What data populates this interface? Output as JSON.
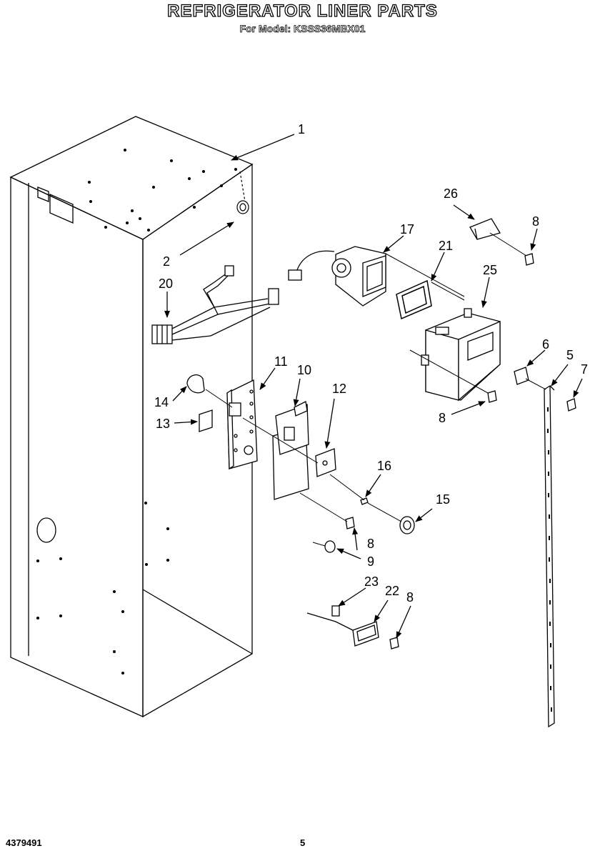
{
  "header": {
    "title": "REFRIGERATOR LINER PARTS",
    "subtitle": "For Model: KSSS36MBX01"
  },
  "footer": {
    "doc_number": "4379491",
    "page_number": "5"
  },
  "callouts": {
    "c1": "1",
    "c2": "2",
    "c20": "20",
    "c17": "17",
    "c21": "21",
    "c25": "25",
    "c26": "26",
    "c8a": "8",
    "c8b": "8",
    "c8c": "8",
    "c8d": "8",
    "c6": "6",
    "c5": "5",
    "c7": "7",
    "c11": "11",
    "c10": "10",
    "c12": "12",
    "c14": "14",
    "c13": "13",
    "c16": "16",
    "c15": "15",
    "c9": "9",
    "c23": "23",
    "c22": "22"
  }
}
